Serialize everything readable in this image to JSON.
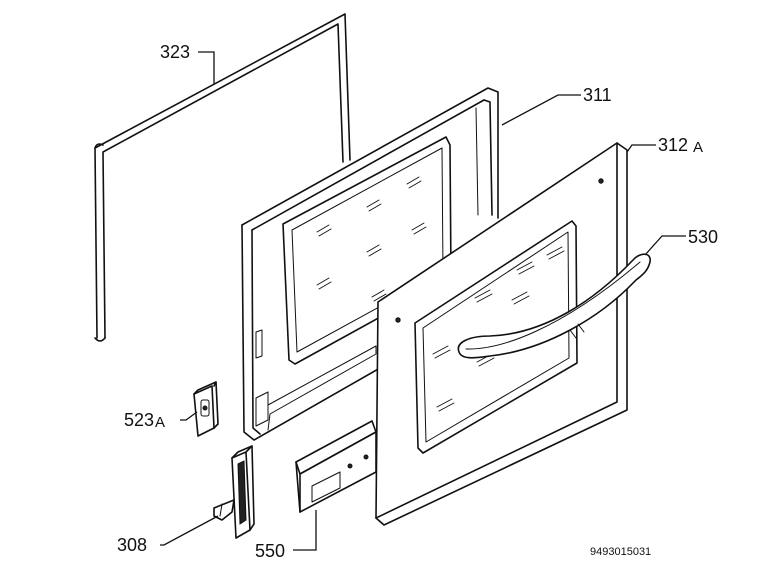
{
  "callouts": {
    "c323": "323",
    "c311": "311",
    "c312a": "312",
    "c312a_suffix": "A",
    "c530": "530",
    "c523a": "523",
    "c523a_suffix": "A",
    "c308": "308",
    "c550": "550"
  },
  "drawing_number": "9493015031"
}
